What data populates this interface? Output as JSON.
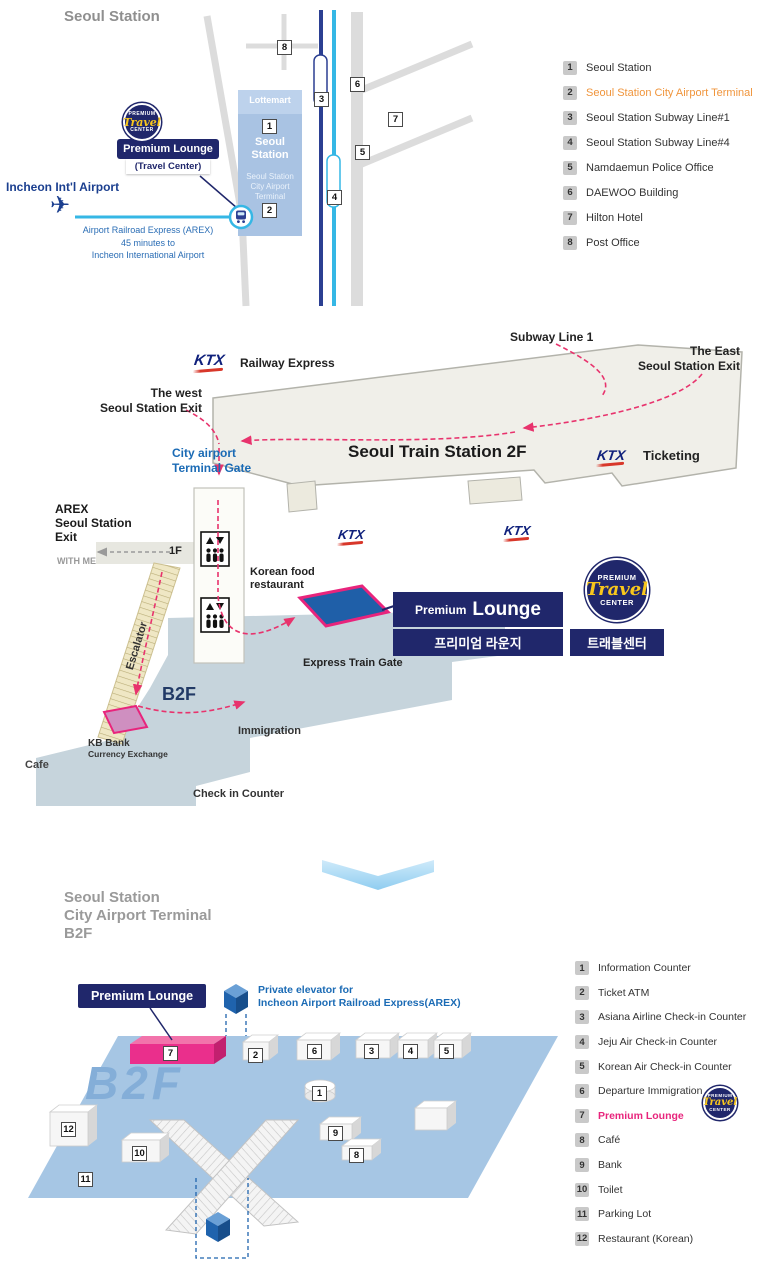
{
  "top": {
    "title": "Seoul Station",
    "map": {
      "lottemart": "Lottemart",
      "station_name": "Seoul Station",
      "city_airport_terminal": "Seoul Station City Airport Terminal",
      "premium_lounge": "Premium Lounge",
      "travel_center": "(Travel Center)",
      "incheon_airport": "Incheon Int'l Airport",
      "arex_l1": "Airport Railroad Express (AREX)",
      "arex_l2": "45 minutes to",
      "arex_l3": "Incheon International Airport"
    },
    "legend": [
      {
        "num": "1",
        "label": "Seoul Station"
      },
      {
        "num": "2",
        "label": "Seoul Station City Airport Terminal"
      },
      {
        "num": "3",
        "label": "Seoul Station Subway Line#1"
      },
      {
        "num": "4",
        "label": "Seoul Station Subway Line#4"
      },
      {
        "num": "5",
        "label": "Namdaemun Police Office"
      },
      {
        "num": "6",
        "label": "DAEWOO Building"
      },
      {
        "num": "7",
        "label": "Hilton Hotel"
      },
      {
        "num": "8",
        "label": "Post Office"
      }
    ]
  },
  "middle": {
    "subway_line_1": "Subway Line 1",
    "east_exit_l1": "The East",
    "east_exit_l2": "Seoul Station Exit",
    "ktx": "KTX",
    "railway_express": "Railway Express",
    "west_exit_l1": "The west",
    "west_exit_l2": "Seoul Station Exit",
    "station_2f": "Seoul Train Station 2F",
    "ticketing": "Ticketing",
    "city_gate_l1": "City airport",
    "city_gate_l2": "Terminal Gate",
    "arex_exit_l1": "AREX",
    "arex_exit_l2": "Seoul Station",
    "arex_exit_l3": "Exit",
    "with_me": "WITH ME",
    "floor_1f": "1F",
    "korean_food_l1": "Korean food",
    "korean_food_l2": "restaurant",
    "premium_lounge_en_1": "Premium",
    "premium_lounge_en_2": "Lounge",
    "premium_lounge_kr": "프리미엄 라운지",
    "travel_center_kr": "트래블센터",
    "express_train_gate": "Express Train Gate",
    "escalator": "Escalator",
    "b2f": "B2F",
    "kb_bank_l1": "KB Bank",
    "kb_bank_l2": "Currency Exchange",
    "cafe": "Cafe",
    "immigration": "Immigration",
    "check_in": "Check in Counter"
  },
  "bottom": {
    "title_l1": "Seoul Station",
    "title_l2": "City Airport Terminal",
    "title_l3": "B2F",
    "premium_lounge": "Premium Lounge",
    "private_elevator_l1": "Private elevator for",
    "private_elevator_l2": "Incheon Airport Railroad Express(AREX)",
    "b2f_watermark": "B2F",
    "legend": [
      {
        "num": "1",
        "label": "Information Counter"
      },
      {
        "num": "2",
        "label": "Ticket ATM"
      },
      {
        "num": "3",
        "label": "Asiana Airline Check-in Counter"
      },
      {
        "num": "4",
        "label": "Jeju Air Check-in Counter"
      },
      {
        "num": "5",
        "label": "Korean Air Check-in Counter"
      },
      {
        "num": "6",
        "label": "Departure Immigration"
      },
      {
        "num": "7",
        "label": "Premium Lounge"
      },
      {
        "num": "8",
        "label": "Café"
      },
      {
        "num": "9",
        "label": "Bank"
      },
      {
        "num": "10",
        "label": "Toilet"
      },
      {
        "num": "11",
        "label": "Parking Lot"
      },
      {
        "num": "12",
        "label": "Restaurant (Korean)"
      }
    ]
  },
  "badge": {
    "premium": "PREMIUM",
    "travel": "Travel",
    "center": "CENTER"
  },
  "icons": {
    "airplane": "✈"
  },
  "colors": {
    "accent_pink": "#e8336d",
    "navy": "#20276b",
    "highlight_orange": "#f0953c",
    "arex_cyan": "#35b7e5",
    "floor_blue": "#a6c6e4"
  }
}
